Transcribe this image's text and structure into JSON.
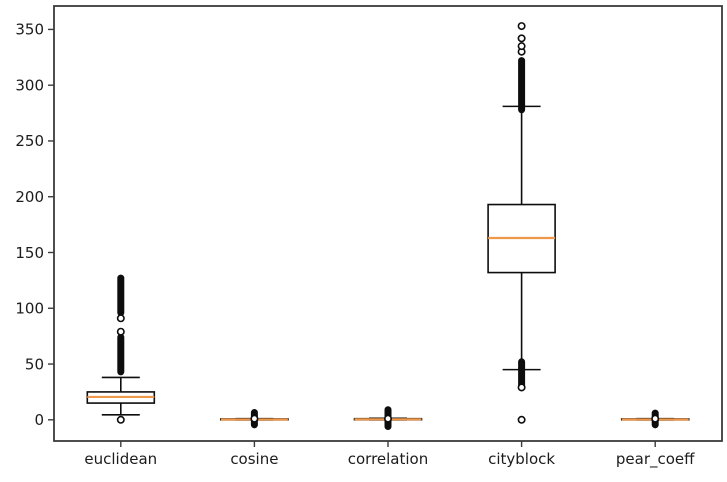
{
  "figure": {
    "background": "#ffffff"
  },
  "chart_data": {
    "type": "boxplot",
    "title": "",
    "xlabel": "",
    "ylabel": "",
    "categories": [
      "euclidean",
      "cosine",
      "correlation",
      "cityblock",
      "pear_coeff"
    ],
    "yticks": [
      0,
      50,
      100,
      150,
      200,
      250,
      300,
      350
    ],
    "ylim": [
      -19,
      371
    ],
    "grid": false,
    "legend_position": "none",
    "series": [
      {
        "name": "euclidean",
        "whislo": 4.5,
        "q1": 15,
        "med": 20.5,
        "q3": 25,
        "whishi": 38,
        "outlier_bands": [
          [
            43,
            74
          ],
          [
            96,
            127
          ]
        ],
        "outliers": [
          0,
          79,
          91
        ]
      },
      {
        "name": "cosine",
        "whislo": 0,
        "q1": 0,
        "med": 0.3,
        "q3": 0.8,
        "whishi": 1,
        "outlier_bands": [
          [
            -4.5,
            6.5
          ]
        ],
        "outliers": [
          1
        ]
      },
      {
        "name": "correlation",
        "whislo": 0,
        "q1": 0,
        "med": 0.4,
        "q3": 1,
        "whishi": 1.3,
        "outlier_bands": [
          [
            -6,
            9
          ]
        ],
        "outliers": [
          1
        ]
      },
      {
        "name": "cityblock",
        "whislo": 45,
        "q1": 132,
        "med": 163,
        "q3": 193,
        "whishi": 281,
        "outlier_bands": [
          [
            30,
            52
          ],
          [
            278,
            322
          ]
        ],
        "outliers": [
          29,
          0,
          330,
          335,
          342,
          353
        ]
      },
      {
        "name": "pear_coeff",
        "whislo": 0,
        "q1": 0,
        "med": 0.3,
        "q3": 0.8,
        "whishi": 1,
        "outlier_bands": [
          [
            -4.5,
            6
          ]
        ],
        "outliers": [
          1
        ]
      }
    ],
    "colors": {
      "median": "#f0984a",
      "box_edge": "#0d0d0d",
      "spine": "#3b3b3b",
      "tick_label": "#1c1c1c",
      "background": "#ffffff"
    }
  }
}
